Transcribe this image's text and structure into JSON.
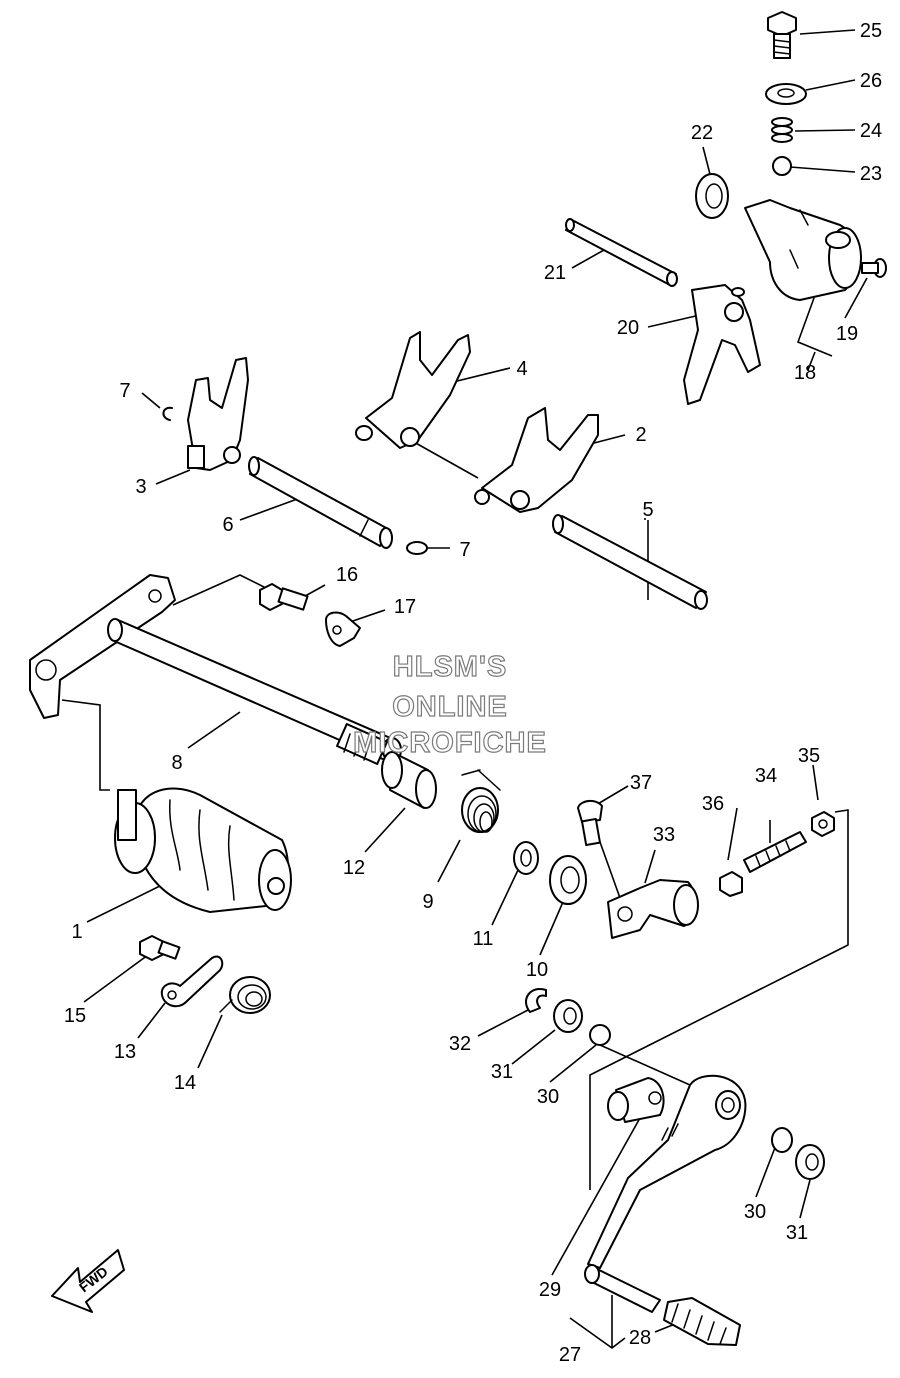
{
  "watermark": {
    "line1": "HLSM'S",
    "line2": "ONLINE",
    "line3": "MICROFICHE"
  },
  "direction_marker": {
    "label": "FWD",
    "icon": "forward-arrow-icon"
  },
  "callouts": {
    "c1": "1",
    "c2": "2",
    "c3": "3",
    "c4": "4",
    "c5": "5",
    "c6": "6",
    "c7a": "7",
    "c7b": "7",
    "c8": "8",
    "c9": "9",
    "c10": "10",
    "c11": "11",
    "c12": "12",
    "c13": "13",
    "c14": "14",
    "c15": "15",
    "c16": "16",
    "c17": "17",
    "c18": "18",
    "c19": "19",
    "c20": "20",
    "c21": "21",
    "c22": "22",
    "c23": "23",
    "c24": "24",
    "c25": "25",
    "c26": "26",
    "c27": "27",
    "c28": "28",
    "c29": "29",
    "c30a": "30",
    "c30b": "30",
    "c31a": "31",
    "c31b": "31",
    "c32": "32",
    "c33": "33",
    "c34": "34",
    "c35": "35",
    "c36": "36",
    "c37": "37"
  }
}
